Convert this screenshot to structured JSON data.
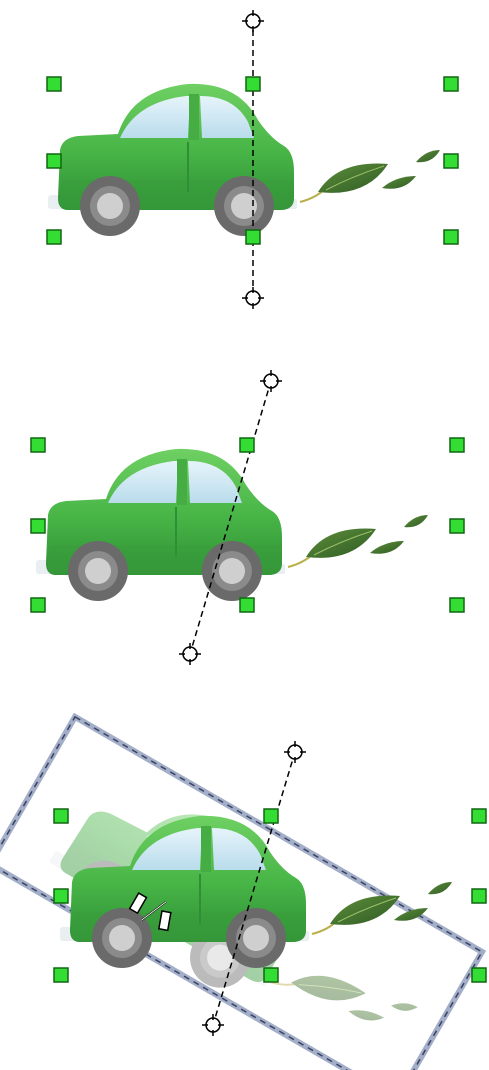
{
  "canvas": {
    "background": "#ffffff"
  },
  "colors": {
    "handle_fill": "#33dd33",
    "handle_stroke": "#116611",
    "car_body": "#4cb848",
    "car_body_dark": "#2f8f37",
    "car_window": "#cfe8f3",
    "wheel": "#6b6b6b",
    "hubcap": "#d5d5d5",
    "leaf": "#3f6a2c",
    "rotate_frame": "#a3aec8",
    "axis_line": "#000000"
  },
  "steps": [
    {
      "name": "selected-with-vertical-axis",
      "rotation_angle_deg": 0
    },
    {
      "name": "axis-tilted",
      "rotation_angle_deg": 20
    },
    {
      "name": "rotation-preview",
      "rotation_angle_deg": 30
    }
  ],
  "icons": {
    "selection_handle": "square-handle-icon",
    "axis_handle": "crosshair-circle-icon",
    "rotate_cursor": "rotate-cursor-icon"
  }
}
